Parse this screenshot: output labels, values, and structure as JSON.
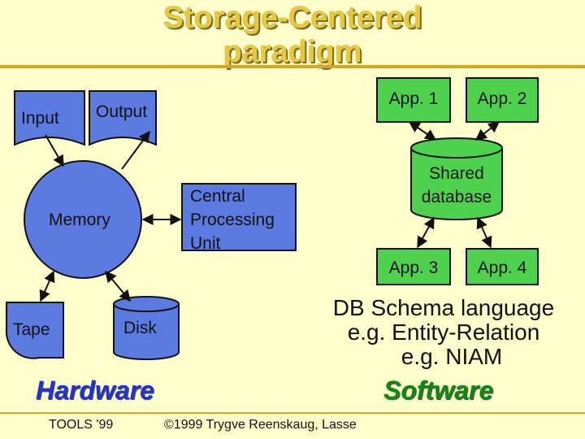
{
  "header": {
    "title_line1": "Storage-Centered",
    "title_line2": "paradigm"
  },
  "hardware": {
    "input": "Input",
    "output": "Output",
    "memory": "Memory",
    "cpu_line1": "Central",
    "cpu_line2": "Processing",
    "cpu_line3": "Unit",
    "tape": "Tape",
    "disk": "Disk",
    "section_label": "Hardware"
  },
  "software": {
    "app1": "App. 1",
    "app2": "App. 2",
    "shared_db_line1": "Shared",
    "shared_db_line2": "database",
    "app3": "App. 3",
    "app4": "App. 4",
    "schema_line1": "DB Schema language",
    "schema_line2": "e.g. Entity-Relation",
    "schema_line3": "e.g. NIAM",
    "section_label": "Software"
  },
  "footer": {
    "left": "TOOLS '99",
    "center": "©1999 Trygve Reenskaug, Lasse"
  },
  "colors": {
    "background": "#FFFFCC",
    "hardware_shape": "#5B7BE0",
    "software_shape": "#4ED24E",
    "title": "#E8C840",
    "hardware_label": "#2233CC",
    "software_label": "#118811",
    "rule": "#D9A520"
  }
}
